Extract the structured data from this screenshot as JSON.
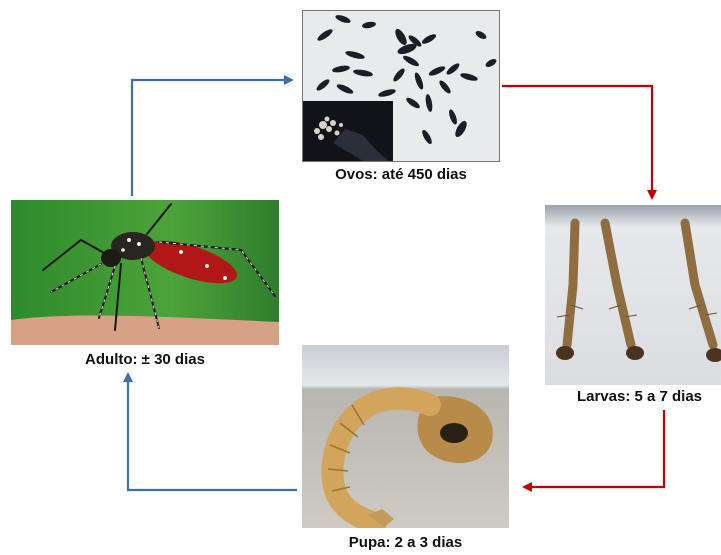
{
  "stages": {
    "eggs": {
      "label": "Ovos: até 450 dias"
    },
    "larvae": {
      "label": "Larvas: 5 a 7 dias"
    },
    "pupa": {
      "label": "Pupa: 2 a 3 dias"
    },
    "adult": {
      "label": "Adulto: ± 30 dias"
    }
  },
  "colors": {
    "arrow_blue": "#3e6fa6",
    "arrow_red": "#c00000"
  },
  "arrows": [
    {
      "from": "adult",
      "to": "eggs",
      "color": "arrow_blue"
    },
    {
      "from": "eggs",
      "to": "larvae",
      "color": "arrow_red"
    },
    {
      "from": "larvae",
      "to": "pupa",
      "color": "arrow_red"
    },
    {
      "from": "pupa",
      "to": "adult",
      "color": "arrow_blue"
    }
  ]
}
